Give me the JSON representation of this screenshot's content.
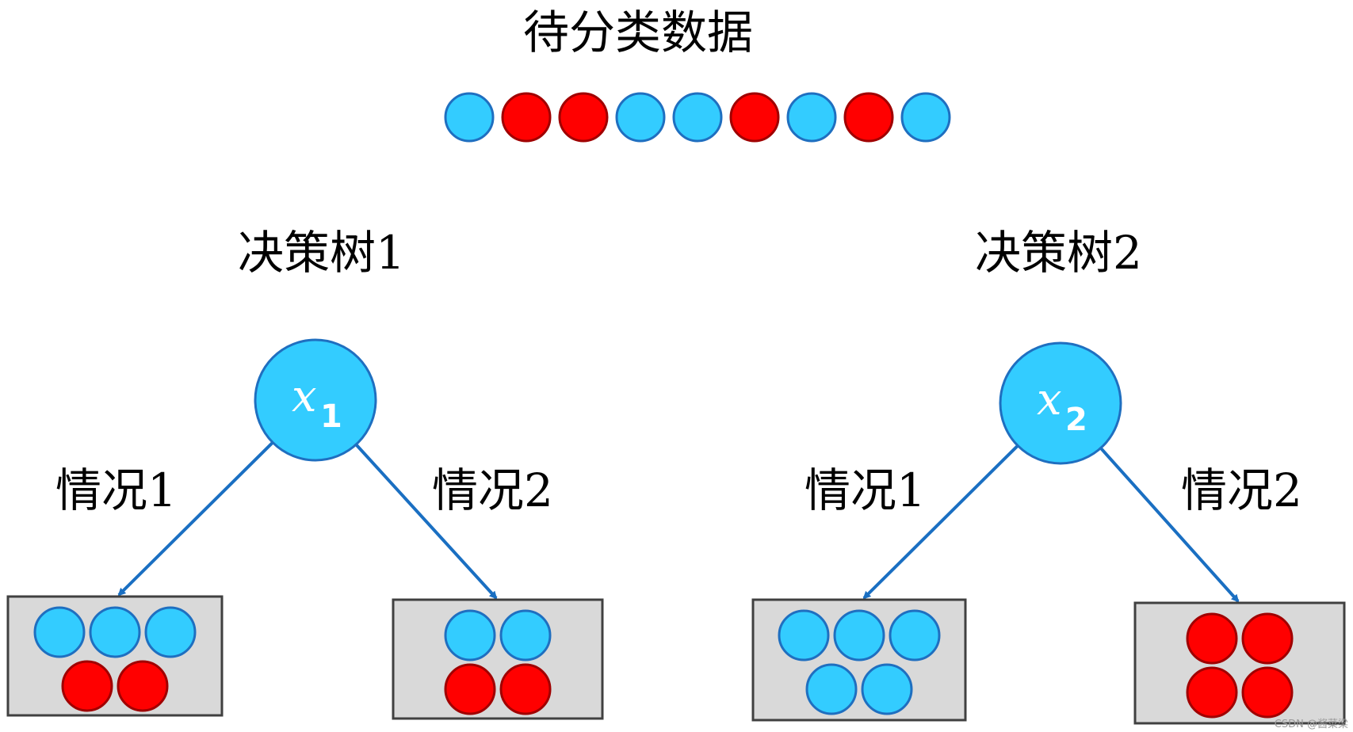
{
  "title": "待分类数据",
  "colors": {
    "blue_fill": "#33ccff",
    "blue_stroke": "#1f6fc0",
    "red_fill": "#ff0000",
    "red_stroke": "#a00000",
    "arrow": "#1a6fc2",
    "leaf_fill": "#d9d9d9",
    "leaf_stroke": "#404040"
  },
  "data_points": [
    "blue",
    "red",
    "red",
    "blue",
    "blue",
    "red",
    "blue",
    "red",
    "blue"
  ],
  "trees": [
    {
      "title": "决策树1",
      "root": {
        "var": "x",
        "sub": "1"
      },
      "branches": [
        {
          "label": "情况1",
          "leaf": [
            "blue",
            "blue",
            "blue",
            "red",
            "red"
          ]
        },
        {
          "label": "情况2",
          "leaf": [
            "blue",
            "blue",
            "red",
            "red"
          ]
        }
      ]
    },
    {
      "title": "决策树2",
      "root": {
        "var": "x",
        "sub": "2"
      },
      "branches": [
        {
          "label": "情况1",
          "leaf": [
            "blue",
            "blue",
            "blue",
            "blue",
            "blue"
          ]
        },
        {
          "label": "情况2",
          "leaf": [
            "red",
            "red",
            "red",
            "red"
          ]
        }
      ]
    }
  ],
  "watermark": "CSDN @酱菜梁"
}
